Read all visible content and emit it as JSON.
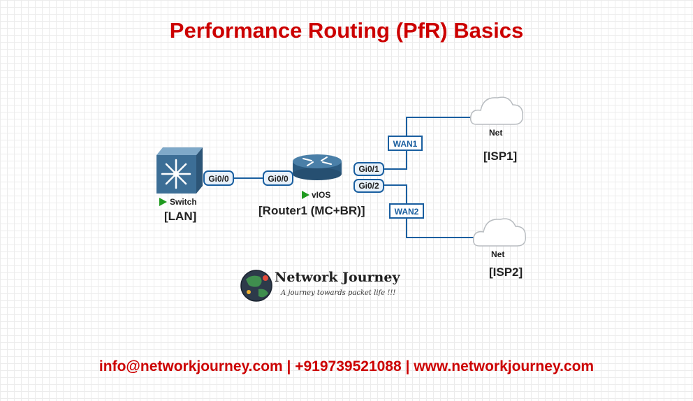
{
  "title": "Performance Routing (PfR) Basics",
  "switch": {
    "type_label": "Switch",
    "name": "[LAN]",
    "port": "Gi0/0"
  },
  "router": {
    "type_label": "vIOS",
    "name": "[Router1 (MC+BR)]",
    "ports": [
      "Gi0/0",
      "Gi0/1",
      "Gi0/2"
    ]
  },
  "links": {
    "wan1": "WAN1",
    "wan2": "WAN2"
  },
  "isp1": {
    "type_label": "Net",
    "name": "[ISP1]"
  },
  "isp2": {
    "type_label": "Net",
    "name": "[ISP2]"
  },
  "logo": {
    "name": "Network Journey",
    "tagline": "A journey towards packet life !!!"
  },
  "footer": "info@networkjourney.com | +919739521088 | www.networkjourney.com",
  "colors": {
    "title": "#cc0000",
    "link": "#1a5fa0",
    "switch": "#3c6e96",
    "router": "#2f5f86"
  }
}
